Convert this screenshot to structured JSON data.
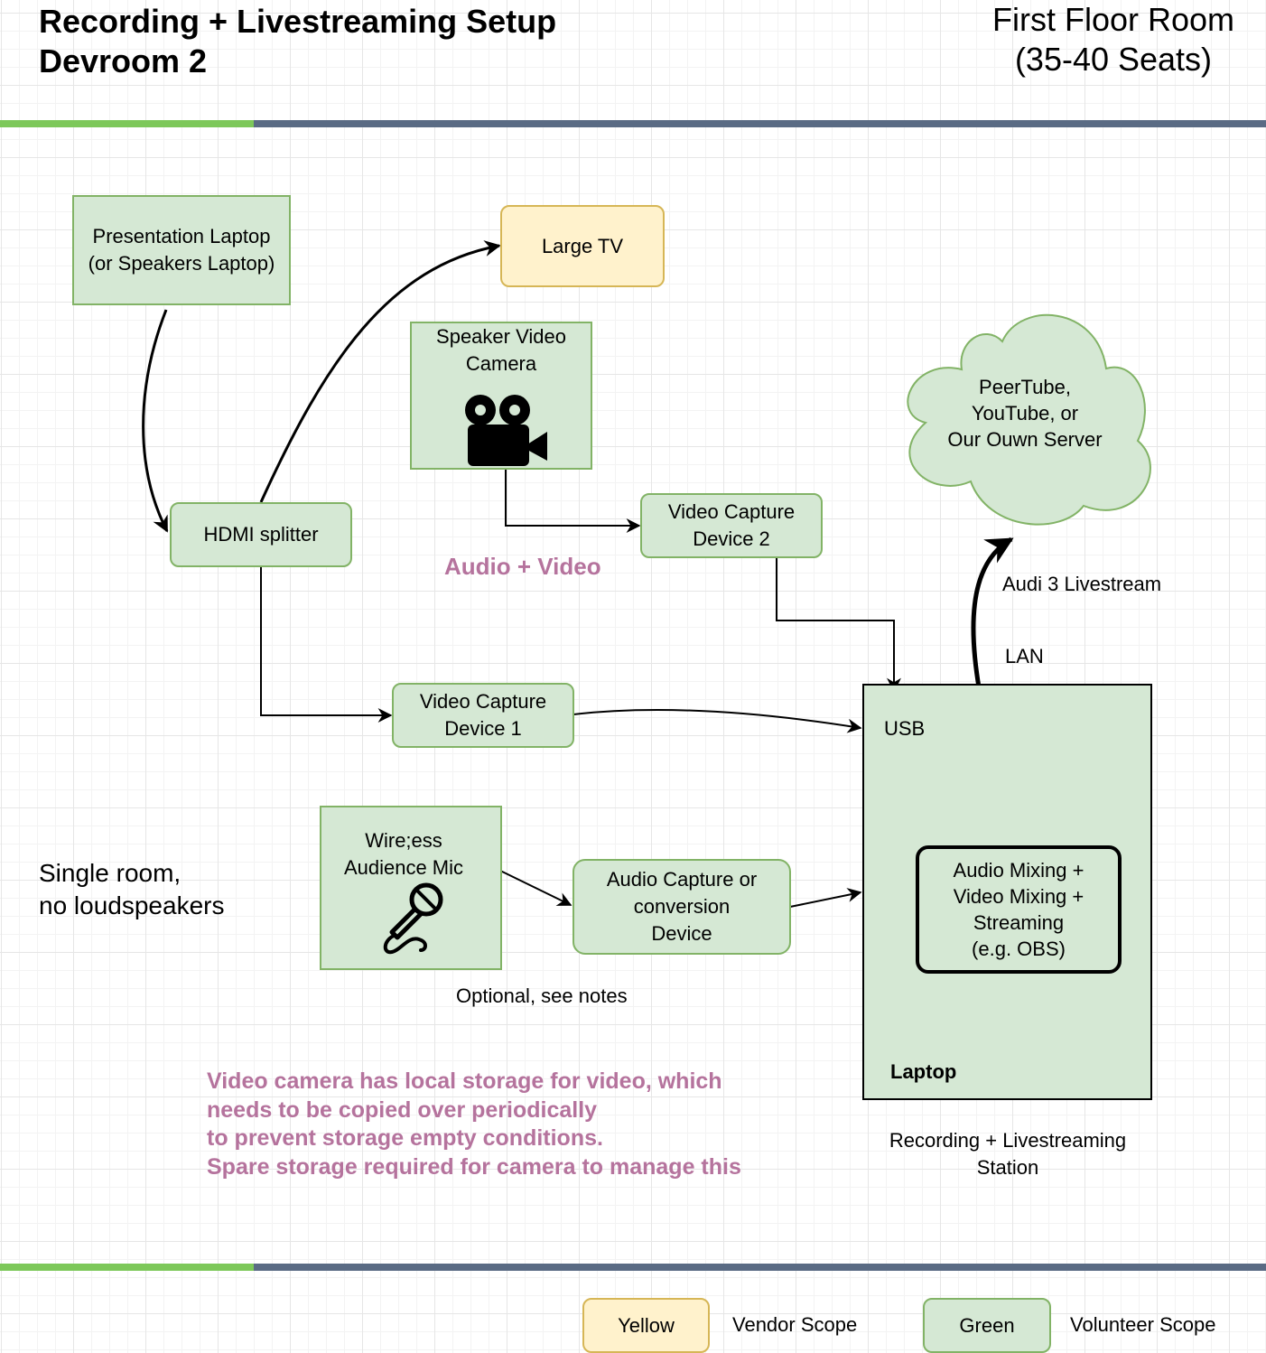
{
  "header": {
    "title": "Recording + Livestreaming Setup\nDevroom 2",
    "room": "First Floor Room\n(35-40 Seats)"
  },
  "nodes": {
    "presentation_laptop": "Presentation Laptop\n(or Speakers Laptop)",
    "large_tv": "Large TV",
    "speaker_camera": "Speaker Video\nCamera",
    "hdmi_splitter": "HDMI splitter",
    "capture_device_2": "Video Capture\nDevice 2",
    "capture_device_1": "Video Capture\nDevice 1",
    "peertube_cloud": "PeerTube,\nYouTube, or\nOur Ouwn Server",
    "wireless_mic": "Wire;ess\nAudience Mic",
    "audio_capture": "Audio Capture or\nconversion\nDevice",
    "laptop_label": "Laptop",
    "usb_label": "USB",
    "obs_box": "Audio Mixing +\nVideo Mixing +\nStreaming\n(e.g. OBS)"
  },
  "labels": {
    "audio_video": "Audio + Video",
    "audi_livestream": "Audi 3 Livestream",
    "lan": "LAN",
    "single_room": "Single room,\nno loudspeakers",
    "optional": "Optional, see notes",
    "station": "Recording + Livestreaming\nStation",
    "camera_note": "Video camera has local storage for video, which\nneeds to be copied over periodically\nto prevent storage empty conditions.\nSpare storage required for camera to manage this"
  },
  "legend": {
    "yellow": "Yellow",
    "yellow_desc": "Vendor Scope",
    "green": "Green",
    "green_desc": "Volunteer Scope"
  },
  "colors": {
    "green_fill": "#d5e8d4",
    "green_stroke": "#82b366",
    "yellow_fill": "#fff2cc",
    "yellow_stroke": "#d6b656",
    "note_purple": "#b5739d",
    "bar_green": "#7dc85a",
    "bar_slate": "#5a6b84"
  },
  "icons": [
    "video-camera-icon",
    "microphone-icon"
  ]
}
